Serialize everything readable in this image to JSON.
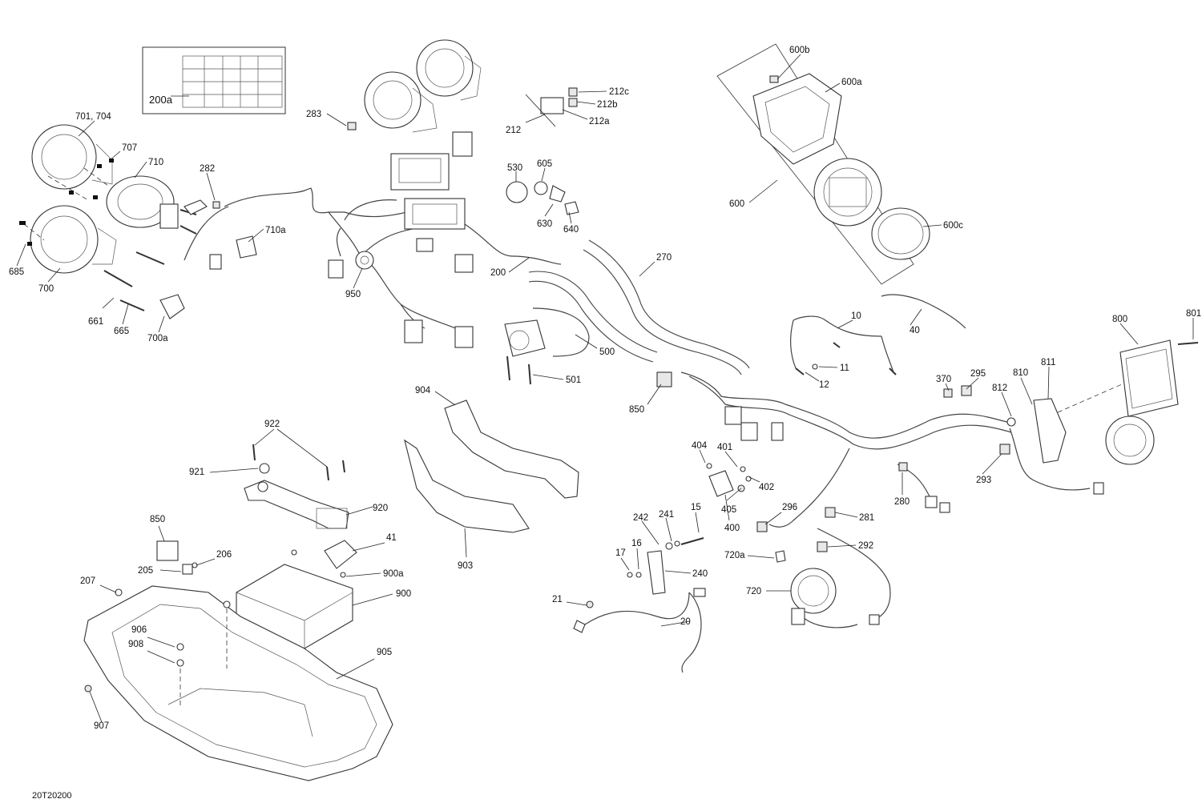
{
  "drawing": {
    "code": "20T20200",
    "labels": [
      {
        "id": "200a",
        "text": "200a"
      },
      {
        "id": "283",
        "text": "283"
      },
      {
        "id": "212c",
        "text": "212c"
      },
      {
        "id": "212b",
        "text": "212b"
      },
      {
        "id": "212a",
        "text": "212a"
      },
      {
        "id": "212",
        "text": "212"
      },
      {
        "id": "600b",
        "text": "600b"
      },
      {
        "id": "600a",
        "text": "600a"
      },
      {
        "id": "600",
        "text": "600"
      },
      {
        "id": "600c",
        "text": "600c"
      },
      {
        "id": "701-704",
        "text": "701, 704"
      },
      {
        "id": "707",
        "text": "707"
      },
      {
        "id": "710",
        "text": "710"
      },
      {
        "id": "282",
        "text": "282"
      },
      {
        "id": "530",
        "text": "530"
      },
      {
        "id": "605",
        "text": "605"
      },
      {
        "id": "630",
        "text": "630"
      },
      {
        "id": "640",
        "text": "640"
      },
      {
        "id": "710a",
        "text": "710a"
      },
      {
        "id": "685",
        "text": "685"
      },
      {
        "id": "700",
        "text": "700"
      },
      {
        "id": "950",
        "text": "950"
      },
      {
        "id": "200",
        "text": "200"
      },
      {
        "id": "270",
        "text": "270"
      },
      {
        "id": "661",
        "text": "661"
      },
      {
        "id": "665",
        "text": "665"
      },
      {
        "id": "700a",
        "text": "700a"
      },
      {
        "id": "500",
        "text": "500"
      },
      {
        "id": "501",
        "text": "501"
      },
      {
        "id": "10",
        "text": "10"
      },
      {
        "id": "40",
        "text": "40"
      },
      {
        "id": "800",
        "text": "800"
      },
      {
        "id": "801",
        "text": "801"
      },
      {
        "id": "11",
        "text": "11"
      },
      {
        "id": "12",
        "text": "12"
      },
      {
        "id": "370",
        "text": "370"
      },
      {
        "id": "295",
        "text": "295"
      },
      {
        "id": "810",
        "text": "810"
      },
      {
        "id": "811",
        "text": "811"
      },
      {
        "id": "812",
        "text": "812"
      },
      {
        "id": "904",
        "text": "904"
      },
      {
        "id": "850a",
        "text": "850"
      },
      {
        "id": "922",
        "text": "922"
      },
      {
        "id": "921",
        "text": "921"
      },
      {
        "id": "920",
        "text": "920"
      },
      {
        "id": "404",
        "text": "404"
      },
      {
        "id": "401",
        "text": "401"
      },
      {
        "id": "402",
        "text": "402"
      },
      {
        "id": "405",
        "text": "405"
      },
      {
        "id": "400",
        "text": "400"
      },
      {
        "id": "293",
        "text": "293"
      },
      {
        "id": "280",
        "text": "280"
      },
      {
        "id": "296",
        "text": "296"
      },
      {
        "id": "281",
        "text": "281"
      },
      {
        "id": "850b",
        "text": "850"
      },
      {
        "id": "41",
        "text": "41"
      },
      {
        "id": "206",
        "text": "206"
      },
      {
        "id": "205",
        "text": "205"
      },
      {
        "id": "900a",
        "text": "900a"
      },
      {
        "id": "900",
        "text": "900"
      },
      {
        "id": "903",
        "text": "903"
      },
      {
        "id": "242",
        "text": "242"
      },
      {
        "id": "241",
        "text": "241"
      },
      {
        "id": "15",
        "text": "15"
      },
      {
        "id": "17",
        "text": "17"
      },
      {
        "id": "16",
        "text": "16"
      },
      {
        "id": "240",
        "text": "240"
      },
      {
        "id": "292",
        "text": "292"
      },
      {
        "id": "720a",
        "text": "720a"
      },
      {
        "id": "720",
        "text": "720"
      },
      {
        "id": "207",
        "text": "207"
      },
      {
        "id": "21",
        "text": "21"
      },
      {
        "id": "20",
        "text": "20"
      },
      {
        "id": "906",
        "text": "906"
      },
      {
        "id": "908",
        "text": "908"
      },
      {
        "id": "905",
        "text": "905"
      },
      {
        "id": "907",
        "text": "907"
      }
    ]
  }
}
